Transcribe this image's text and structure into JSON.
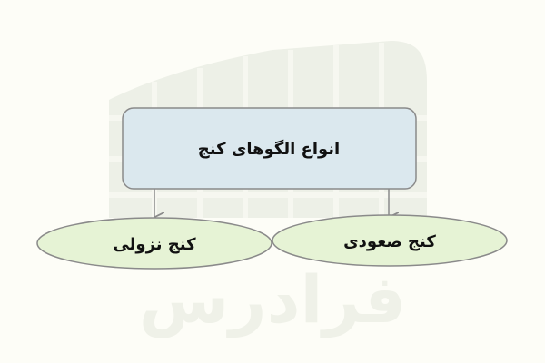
{
  "diagram": {
    "root": {
      "label": "انواع الگوهای کنج"
    },
    "children": [
      {
        "label": "کنج صعودی"
      },
      {
        "label": "کنج نزولی"
      }
    ]
  },
  "colors": {
    "background": "#fdfdf7",
    "root_fill": "#dbe8ee",
    "root_stroke": "#8a8a8a",
    "child_fill": "#e6f3d5",
    "child_stroke": "#8a8a8a",
    "connector": "#8a8a8a",
    "watermark": "#ecefe6"
  },
  "watermark": {
    "text": "فرادرس"
  }
}
